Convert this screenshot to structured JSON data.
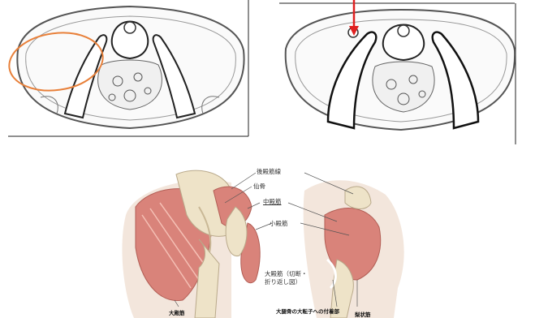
{
  "anatomy_labels": {
    "posterior_gluteal_line": "後殿筋線",
    "sacrum": "仙骨",
    "gluteus_medius": "中殿筋",
    "gluteus_minimus": "小殿筋",
    "gluteus_maximus_cut_line1": "大殿筋（切断・",
    "gluteus_maximus_cut_line2": "折り返し図）"
  },
  "captions": {
    "gluteus_maximus": "大殿筋",
    "greater_trochanter_attachment": "大腿骨の大転子への付着部",
    "piriformis": "梨状筋"
  },
  "colors": {
    "highlight_ellipse": "#e8803a",
    "arrow": "#e02020",
    "muscle": "#d9837a",
    "bone": "#eee3c8"
  }
}
